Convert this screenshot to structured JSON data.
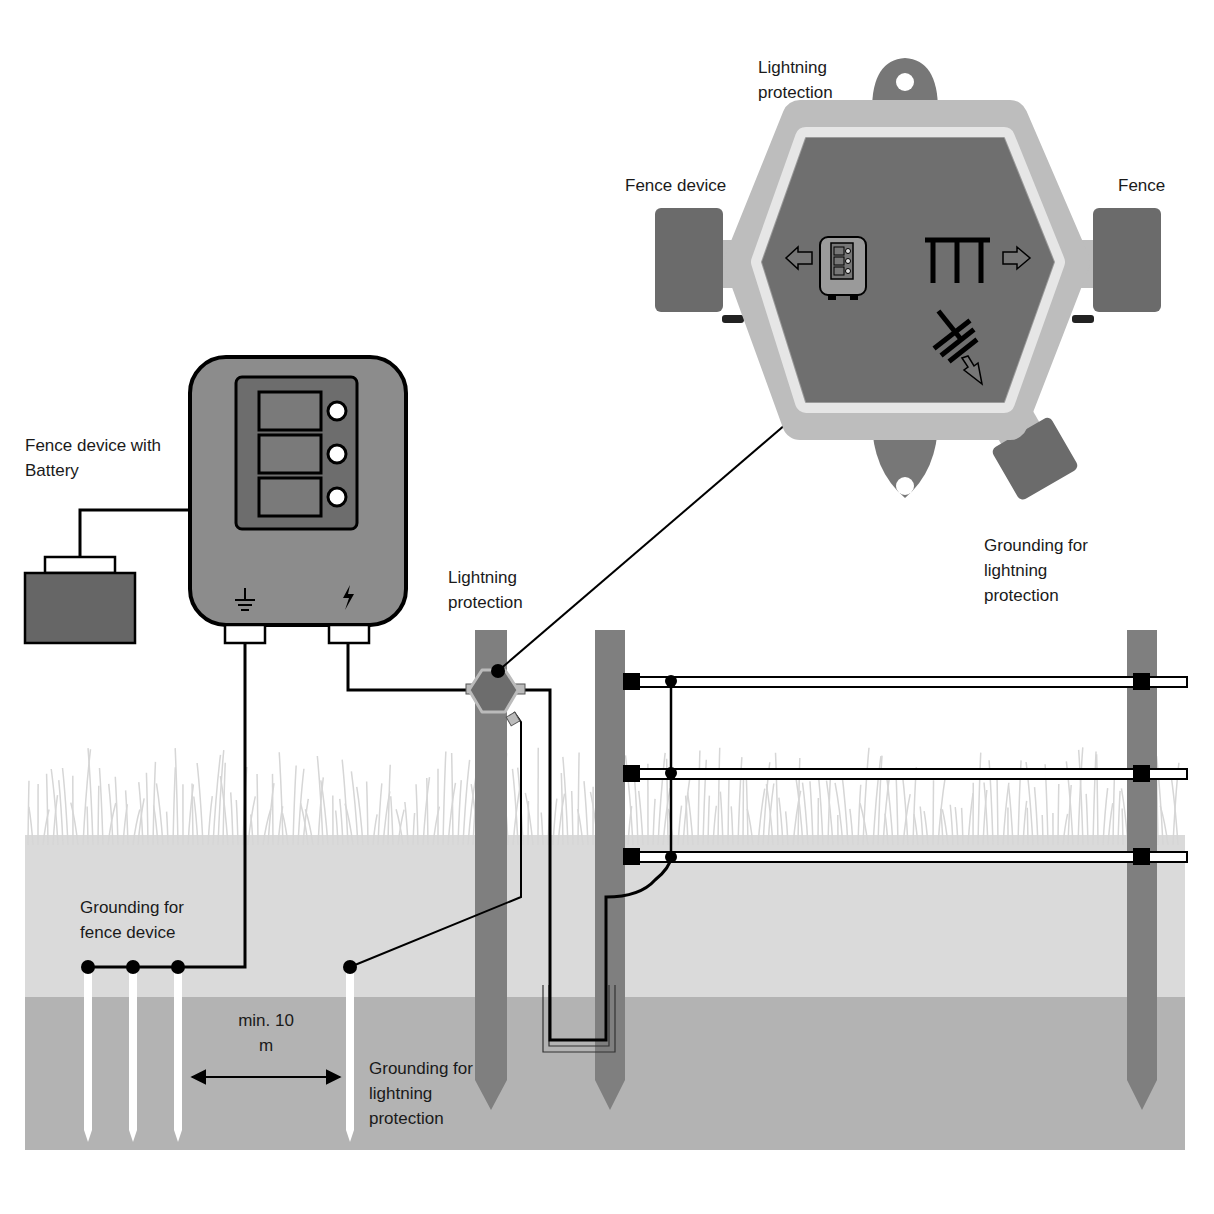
{
  "diagram": {
    "labels": [
      "Lightning protection",
      "Fence device",
      "Fence",
      "Fence device with Battery",
      "Grounding for lightning protection",
      "Lightning protection",
      "Grounding for fence device",
      "min. 10 m",
      "Grounding for lightning protection"
    ]
  }
}
